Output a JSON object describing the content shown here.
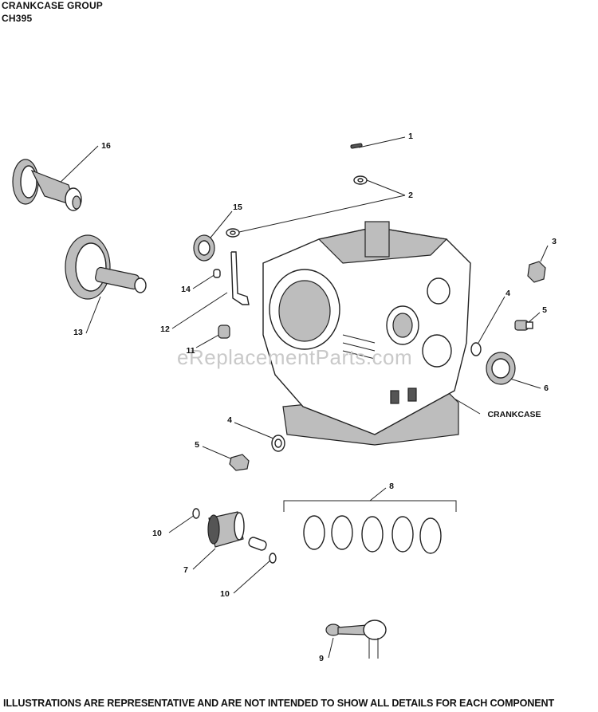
{
  "header": {
    "title": "CRANKCASE GROUP",
    "model": "CH395"
  },
  "footer": "ILLUSTRATIONS ARE REPRESENTATIVE AND ARE NOT INTENDED TO SHOW ALL DETAILS FOR EACH COMPONENT",
  "watermark": "eReplacementParts.com",
  "callouts": {
    "c1": "1",
    "c2": "2",
    "c3": "3",
    "c4a": "4",
    "c4b": "4",
    "c5a": "5",
    "c5b": "5",
    "c6": "6",
    "c7": "7",
    "c8": "8",
    "c9": "9",
    "c10a": "10",
    "c10b": "10",
    "c11": "11",
    "c12": "12",
    "c13": "13",
    "c14": "14",
    "c15": "15",
    "c16": "16",
    "crankcase": "CRANKCASE"
  }
}
